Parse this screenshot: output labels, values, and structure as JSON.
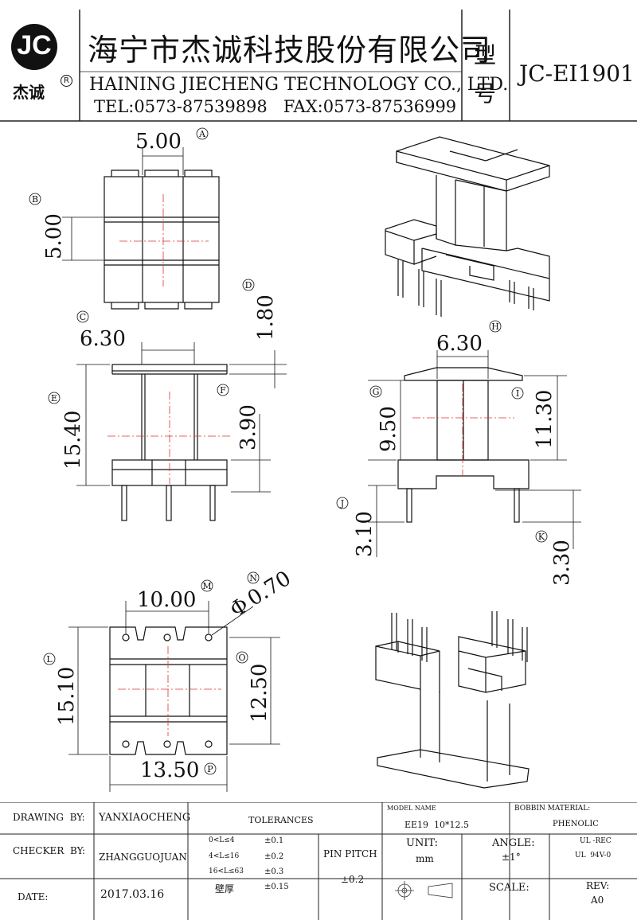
{
  "logo": {
    "letters": "JC",
    "name": "杰诚",
    "registered": "R"
  },
  "company": {
    "name_cn": "海宁市杰诚科技股份有限公司",
    "name_en": "HAINING JIECHENG TECHNOLOGY CO., LTD.",
    "contact": "TEL:0573-87539898   FAX:0573-87536999"
  },
  "model": {
    "label_top": "型",
    "label_bottom": "号",
    "number": "JC-EI1901"
  },
  "dimensions": {
    "top_view": {
      "a": {
        "value": "5.00",
        "tag": "A"
      },
      "b": {
        "value": "5.00",
        "tag": "B"
      }
    },
    "front_view": {
      "c": {
        "value": "6.30",
        "tag": "C"
      },
      "d": {
        "value": "1.80",
        "tag": "D"
      },
      "e": {
        "value": "15.40",
        "tag": "E"
      },
      "f": {
        "value": "3.90",
        "tag": "F"
      }
    },
    "side_view": {
      "h": {
        "value": "6.30",
        "tag": "H"
      },
      "g": {
        "value": "9.50",
        "tag": "G"
      },
      "i": {
        "value": "11.30",
        "tag": "I"
      },
      "j": {
        "value": "3.10",
        "tag": "J"
      },
      "k": {
        "value": "3.30",
        "tag": "K"
      }
    },
    "bottom_view": {
      "m": {
        "value": "10.00",
        "tag": "M"
      },
      "n": {
        "value": "0.70",
        "tag": "N",
        "prefix": "Φ"
      },
      "l": {
        "value": "15.10",
        "tag": "L"
      },
      "o": {
        "value": "12.50",
        "tag": "O"
      },
      "p": {
        "value": "13.50",
        "tag": "P"
      }
    }
  },
  "title_block": {
    "drawing_by_label": "DRAWING  BY:",
    "drawing_by_value": "YANXIAOCHENG",
    "checker_by_label": "CHECKER  BY:",
    "checker_by_value": "ZHANGGUOJUAN",
    "date_label": "DATE:",
    "date_value": "2017.03.16",
    "tolerances_label": "TOLERANCES",
    "tol_1_range": "0<L≤4",
    "tol_1_value": "±0.1",
    "tol_2_range": "4<L≤16",
    "tol_2_value": "±0.2",
    "tol_3_range": "16<L≤63",
    "tol_3_value": "±0.3",
    "tol_4_range": "壁厚",
    "tol_4_value": "±0.15",
    "pin_pitch_label": "PIN PITCH",
    "pin_pitch_value": "±0.2",
    "model_name_label": "MODEL NAME",
    "model_name_value": "EE19  10*12.5",
    "bobbin_material_label": "BOBBIN MATERIAL:",
    "bobbin_material_value": "PHENOLIC",
    "unit_label": "UNIT:",
    "unit_value": "mm",
    "angle_label": "ANGLE:",
    "angle_value": "±1°",
    "ul_line1": "UL -REC",
    "ul_line2": "UL  94V-0",
    "scale_label": "SCALE:",
    "rev_label": "REV:",
    "rev_value": "A0"
  }
}
